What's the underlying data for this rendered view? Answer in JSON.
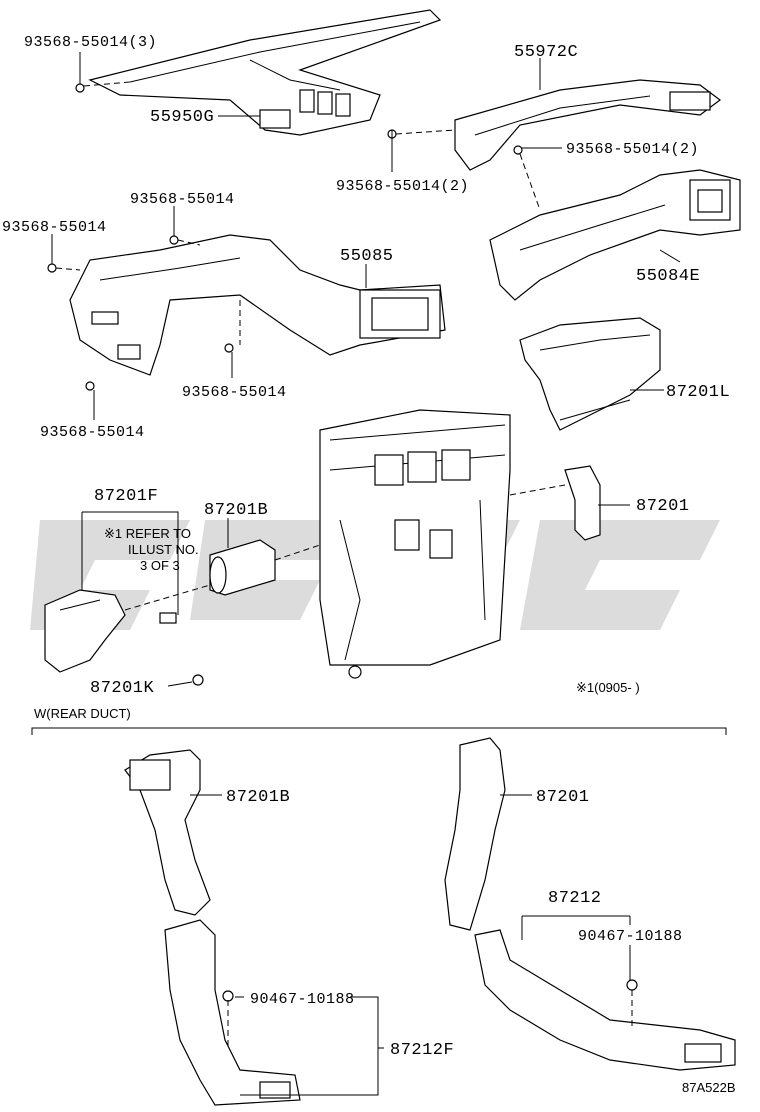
{
  "labels": {
    "p_93568_55014_3": "93568-55014(3)",
    "p_55950G": "55950G",
    "p_55972C": "55972C",
    "p_93568_55014_2a": "93568-55014(2)",
    "p_93568_55014_2b": "93568-55014(2)",
    "p_93568_55014_a": "93568-55014",
    "p_93568_55014_b": "93568-55014",
    "p_55085": "55085",
    "p_55084E": "55084E",
    "p_93568_55014_c": "93568-55014",
    "p_93568_55014_d": "93568-55014",
    "p_87201L": "87201L",
    "p_87201F": "87201F",
    "p_87201B_top": "87201B",
    "p_87201_top": "87201",
    "p_87201K": "87201K",
    "p_87201B_bot": "87201B",
    "p_87201_bot": "87201",
    "p_87212": "87212",
    "p_90467_10188_r": "90467-10188",
    "p_90467_10188_l": "90467-10188",
    "p_87212F": "87212F"
  },
  "notes": {
    "refer_line1": "※1 REFER TO",
    "refer_line2": "ILLUST NO.",
    "refer_line3": "3 OF 3",
    "date_range": "※1(0905-      )",
    "section_title": "W(REAR DUCT)",
    "figure_code": "87A522B"
  }
}
